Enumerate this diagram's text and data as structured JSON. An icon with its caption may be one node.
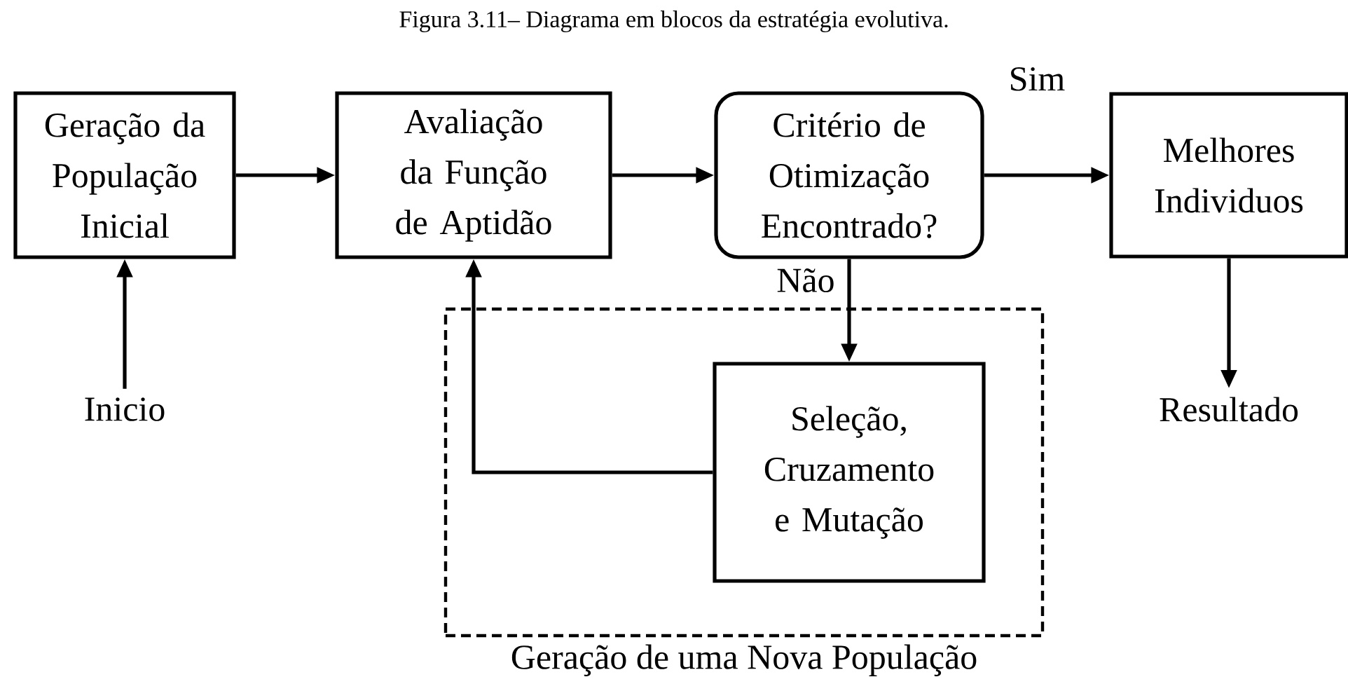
{
  "diagram": {
    "title": "Figura 3.11– Diagrama em blocos da estratégia evolutiva.",
    "nodes": [
      {
        "text": [
          "Geração da População Inicial"
        ]
      },
      {
        "text": [
          "Avaliação da Função de Aptidão"
        ]
      },
      {
        "text": [
          "Critério de Otimização Encontrado?"
        ]
      },
      {
        "text": [
          "Melhores Individuos"
        ]
      },
      {
        "text": [
          "Inicio"
        ]
      },
      {
        "text": [
          "Resultado"
        ]
      },
      {
        "text": [
          "Geração de uma Nova População"
        ]
      },
      {
        "text": [
          "Seleção, Cruzamento e Mutação"
        ],
        "in": 6
      }
    ],
    "edges": [
      {
        "from": 4,
        "to": 0,
        "arrow": "to"
      },
      {
        "from": 0,
        "to": 1,
        "arrow": "to"
      },
      {
        "from": 1,
        "to": 2,
        "arrow": "to"
      },
      {
        "from": 2,
        "to": 3,
        "arrow": "to",
        "label": "Sim"
      },
      {
        "from": 3,
        "to": 5,
        "arrow": "to"
      },
      {
        "from": 2,
        "to": 7,
        "arrow": "to",
        "label": "Não"
      },
      {
        "from": 7,
        "to": 1,
        "arrow": "to"
      }
    ]
  }
}
